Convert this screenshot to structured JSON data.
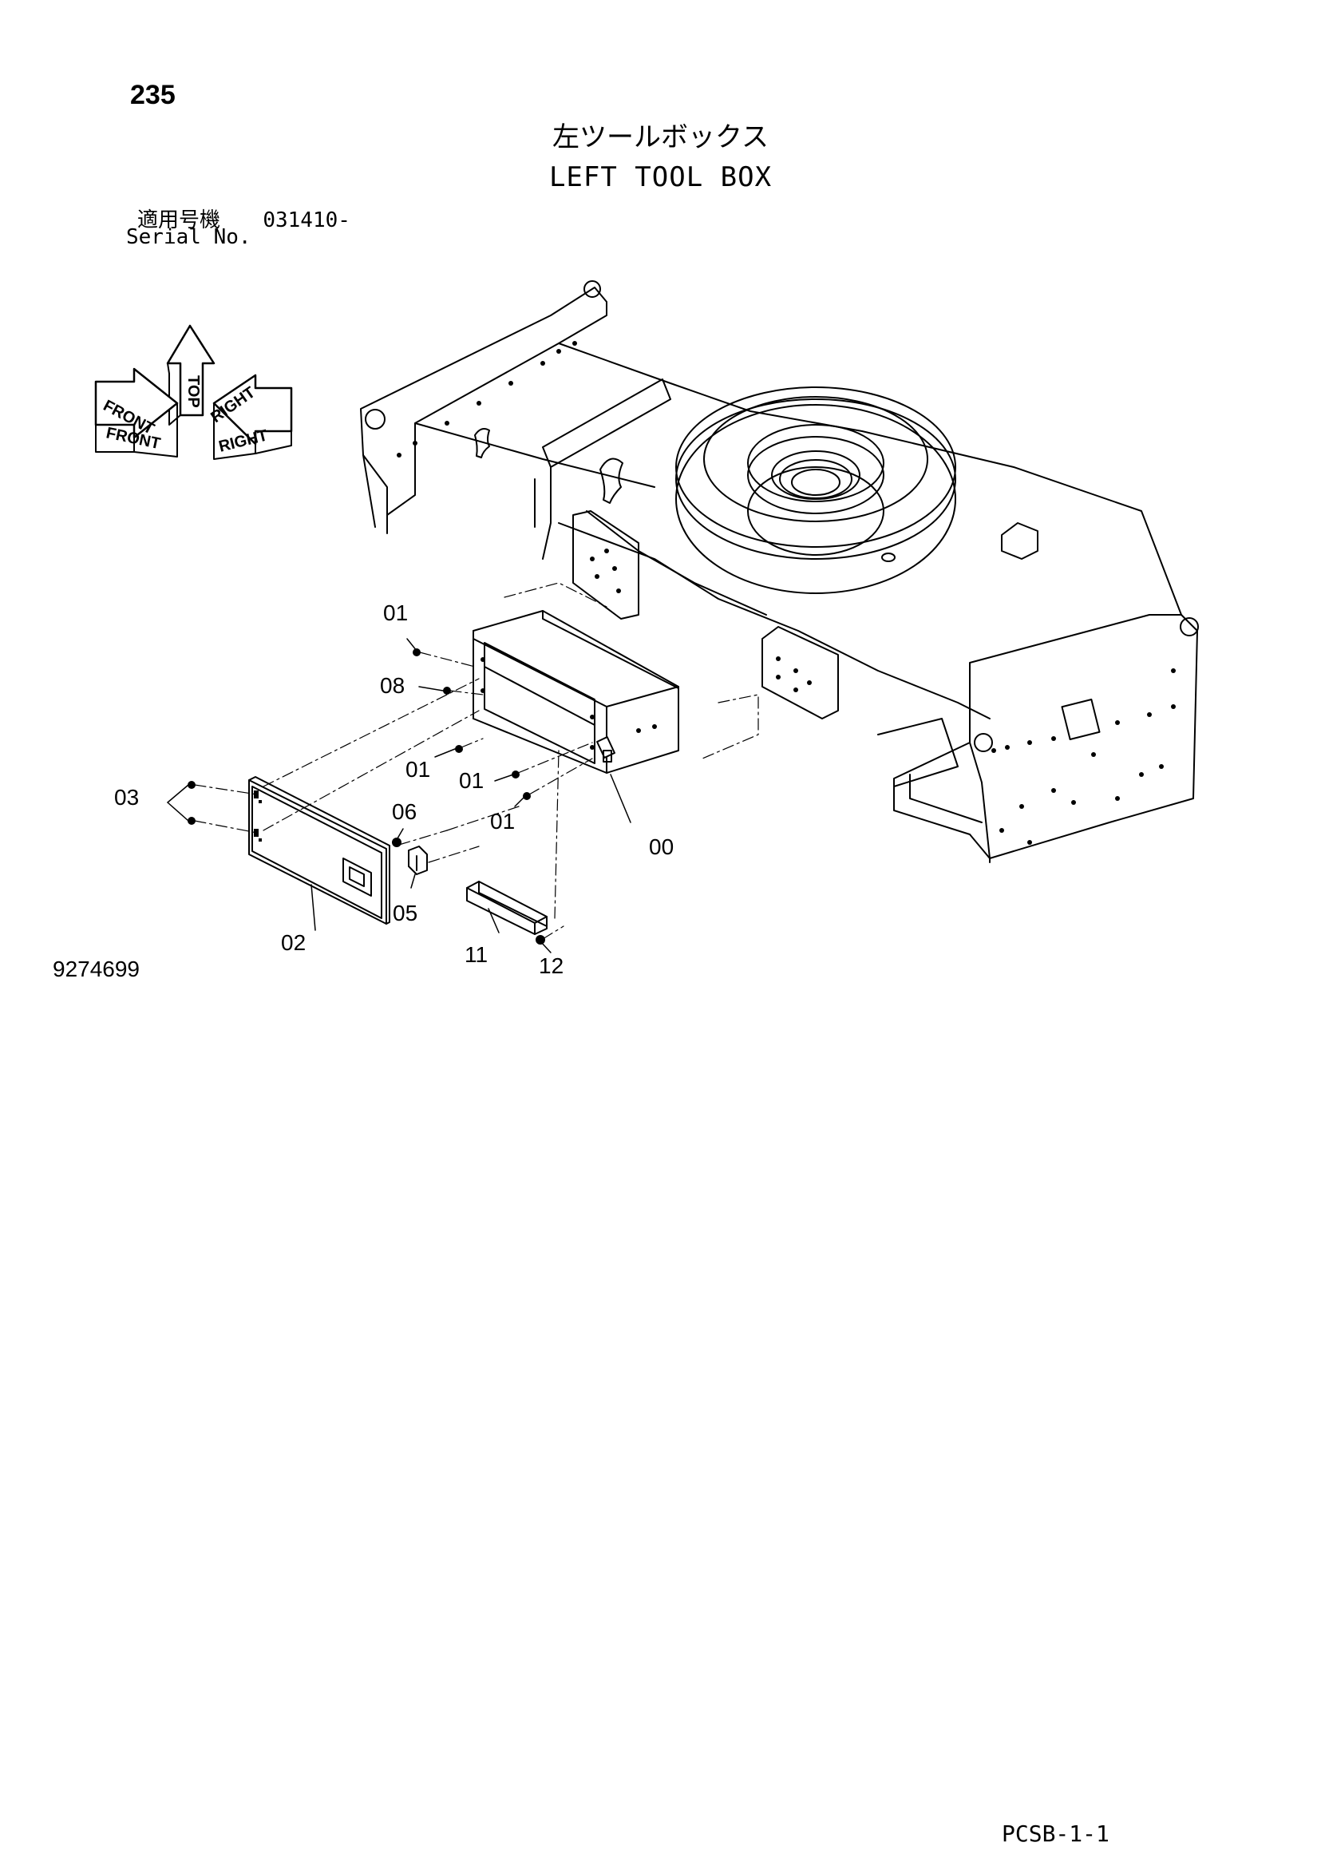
{
  "page_number": "235",
  "title_jp": "左ツールボックス",
  "title_en": "LEFT TOOL BOX",
  "serial_label_jp": "適用号機",
  "serial_value": "031410-",
  "serial_label_en": "Serial No.",
  "drawing_number": "9274699",
  "page_code": "PCSB-1-1",
  "orientation_labels": {
    "top": "TOP",
    "front": "FRONT",
    "right": "RIGHT"
  },
  "callouts": [
    {
      "id": "c01a",
      "text": "01"
    },
    {
      "id": "c08",
      "text": "08"
    },
    {
      "id": "c01b",
      "text": "01"
    },
    {
      "id": "c01c",
      "text": "01"
    },
    {
      "id": "c01d",
      "text": "01"
    },
    {
      "id": "c00",
      "text": "00"
    },
    {
      "id": "c03",
      "text": "03"
    },
    {
      "id": "c06",
      "text": "06"
    },
    {
      "id": "c05",
      "text": "05"
    },
    {
      "id": "c02",
      "text": "02"
    },
    {
      "id": "c11",
      "text": "11"
    },
    {
      "id": "c12",
      "text": "12"
    }
  ]
}
